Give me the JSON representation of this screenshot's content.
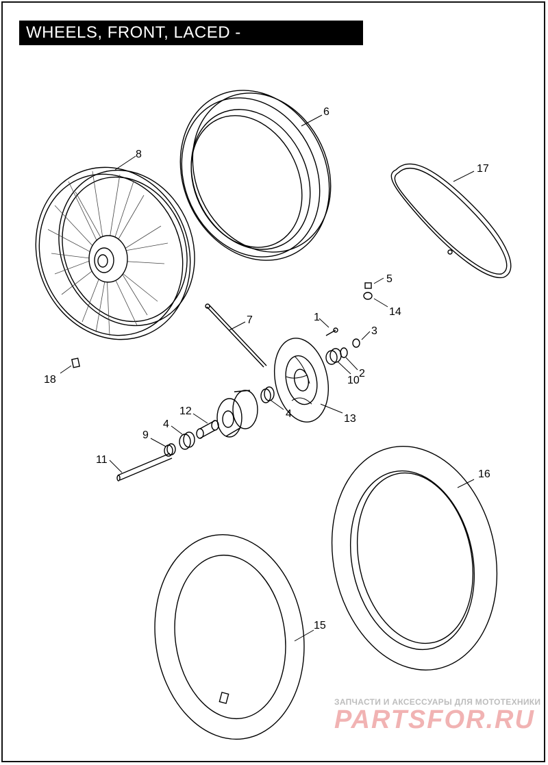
{
  "title": "WHEELS, FRONT, LACED - 1200C/CP/N/V/X",
  "callouts": [
    "1",
    "2",
    "3",
    "4",
    "4",
    "5",
    "6",
    "7",
    "8",
    "9",
    "10",
    "11",
    "12",
    "13",
    "14",
    "15",
    "16",
    "17",
    "18"
  ],
  "watermark": {
    "tagline": "ЗАПЧАСТИ И АКСЕССУАРЫ ДЛЯ МОТОТЕХНИКИ",
    "brand": "PARTSFOR.RU"
  },
  "colors": {
    "ink": "#000000",
    "background": "#ffffff",
    "watermark_red": "#f1b3b3",
    "watermark_gray": "#bdbdbd"
  }
}
